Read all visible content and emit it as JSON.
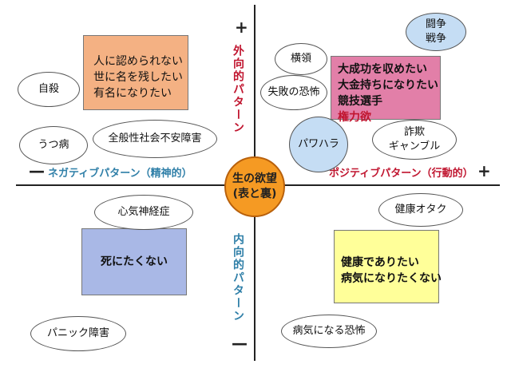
{
  "center": {
    "line1": "生の欲望",
    "line2": "(表と裏)"
  },
  "axes": {
    "top_sign": "+",
    "bottom_sign": "—",
    "left_sign": "—",
    "right_sign": "+",
    "outward_label": "外向的パターン",
    "inward_label": "内向的パターン",
    "negative_label": "ネガティブパターン（精神的）",
    "positive_label": "ポジティブパターン（行動的）"
  },
  "boxes": {
    "top_left": {
      "lines": [
        "人に認められない",
        "世に名を残したい",
        "有名になりたい"
      ]
    },
    "top_right": {
      "lines": [
        "大成功を収めたい",
        "大金持ちになりたい",
        "競技選手"
      ],
      "highlight": "権力欲"
    },
    "bottom_left": {
      "lines": [
        "死にたくない"
      ]
    },
    "bottom_right": {
      "lines": [
        "健康でありたい",
        "病気になりたくない"
      ]
    }
  },
  "ellipses": {
    "suicide": "自殺",
    "depression": "うつ病",
    "anxiety": "全般性社会不安障害",
    "neurosis": "心気神経症",
    "panic": "パニック障害",
    "embezzle": "横領",
    "fear_fail": "失敗の恐怖",
    "fight": [
      "闘争",
      "戦争"
    ],
    "power_harass": "パワハラ",
    "fraud": [
      "詐欺",
      "ギャンブル"
    ],
    "health_otaku": "健康オタク",
    "fear_illness": "病気になる恐怖"
  },
  "colors": {
    "orange_box": "#f4b183",
    "pink_box": "#e27fa8",
    "blue_box": "#a9b8e6",
    "yellow_box": "#ffff99",
    "light_blue_ellipse": "#c5ddf4",
    "center_circle": "#f59a23",
    "red_text": "#c0152f",
    "blue_text": "#2f7fa8"
  }
}
